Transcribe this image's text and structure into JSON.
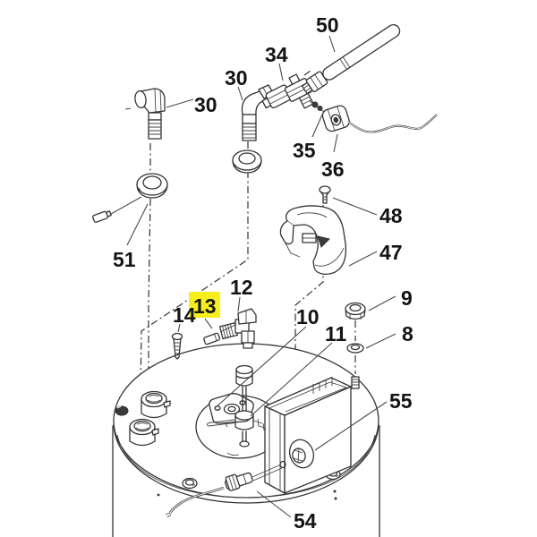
{
  "diagram": {
    "description": "Exploded parts diagram of a water heater tank top assembly",
    "background_color": "#ffffff",
    "line_color": "#333333",
    "label_color": "#141414",
    "highlight": {
      "part": "13",
      "color": "#f7ee20"
    },
    "callouts": {
      "tube": "50",
      "tee_fitting": "34",
      "elbow_mid": "30",
      "elbow_left": "30",
      "ferrule": "35",
      "capillary_nut": "36",
      "cover_screw": "48",
      "cover": "47",
      "ring": "51",
      "elbow_small": "12",
      "orifice_pin": "13",
      "plate_screw": "14",
      "plate": "10",
      "bushing": "11",
      "hex_nut": "9",
      "washer": "8",
      "junction_box": "55",
      "sensor_wire": "54"
    }
  }
}
